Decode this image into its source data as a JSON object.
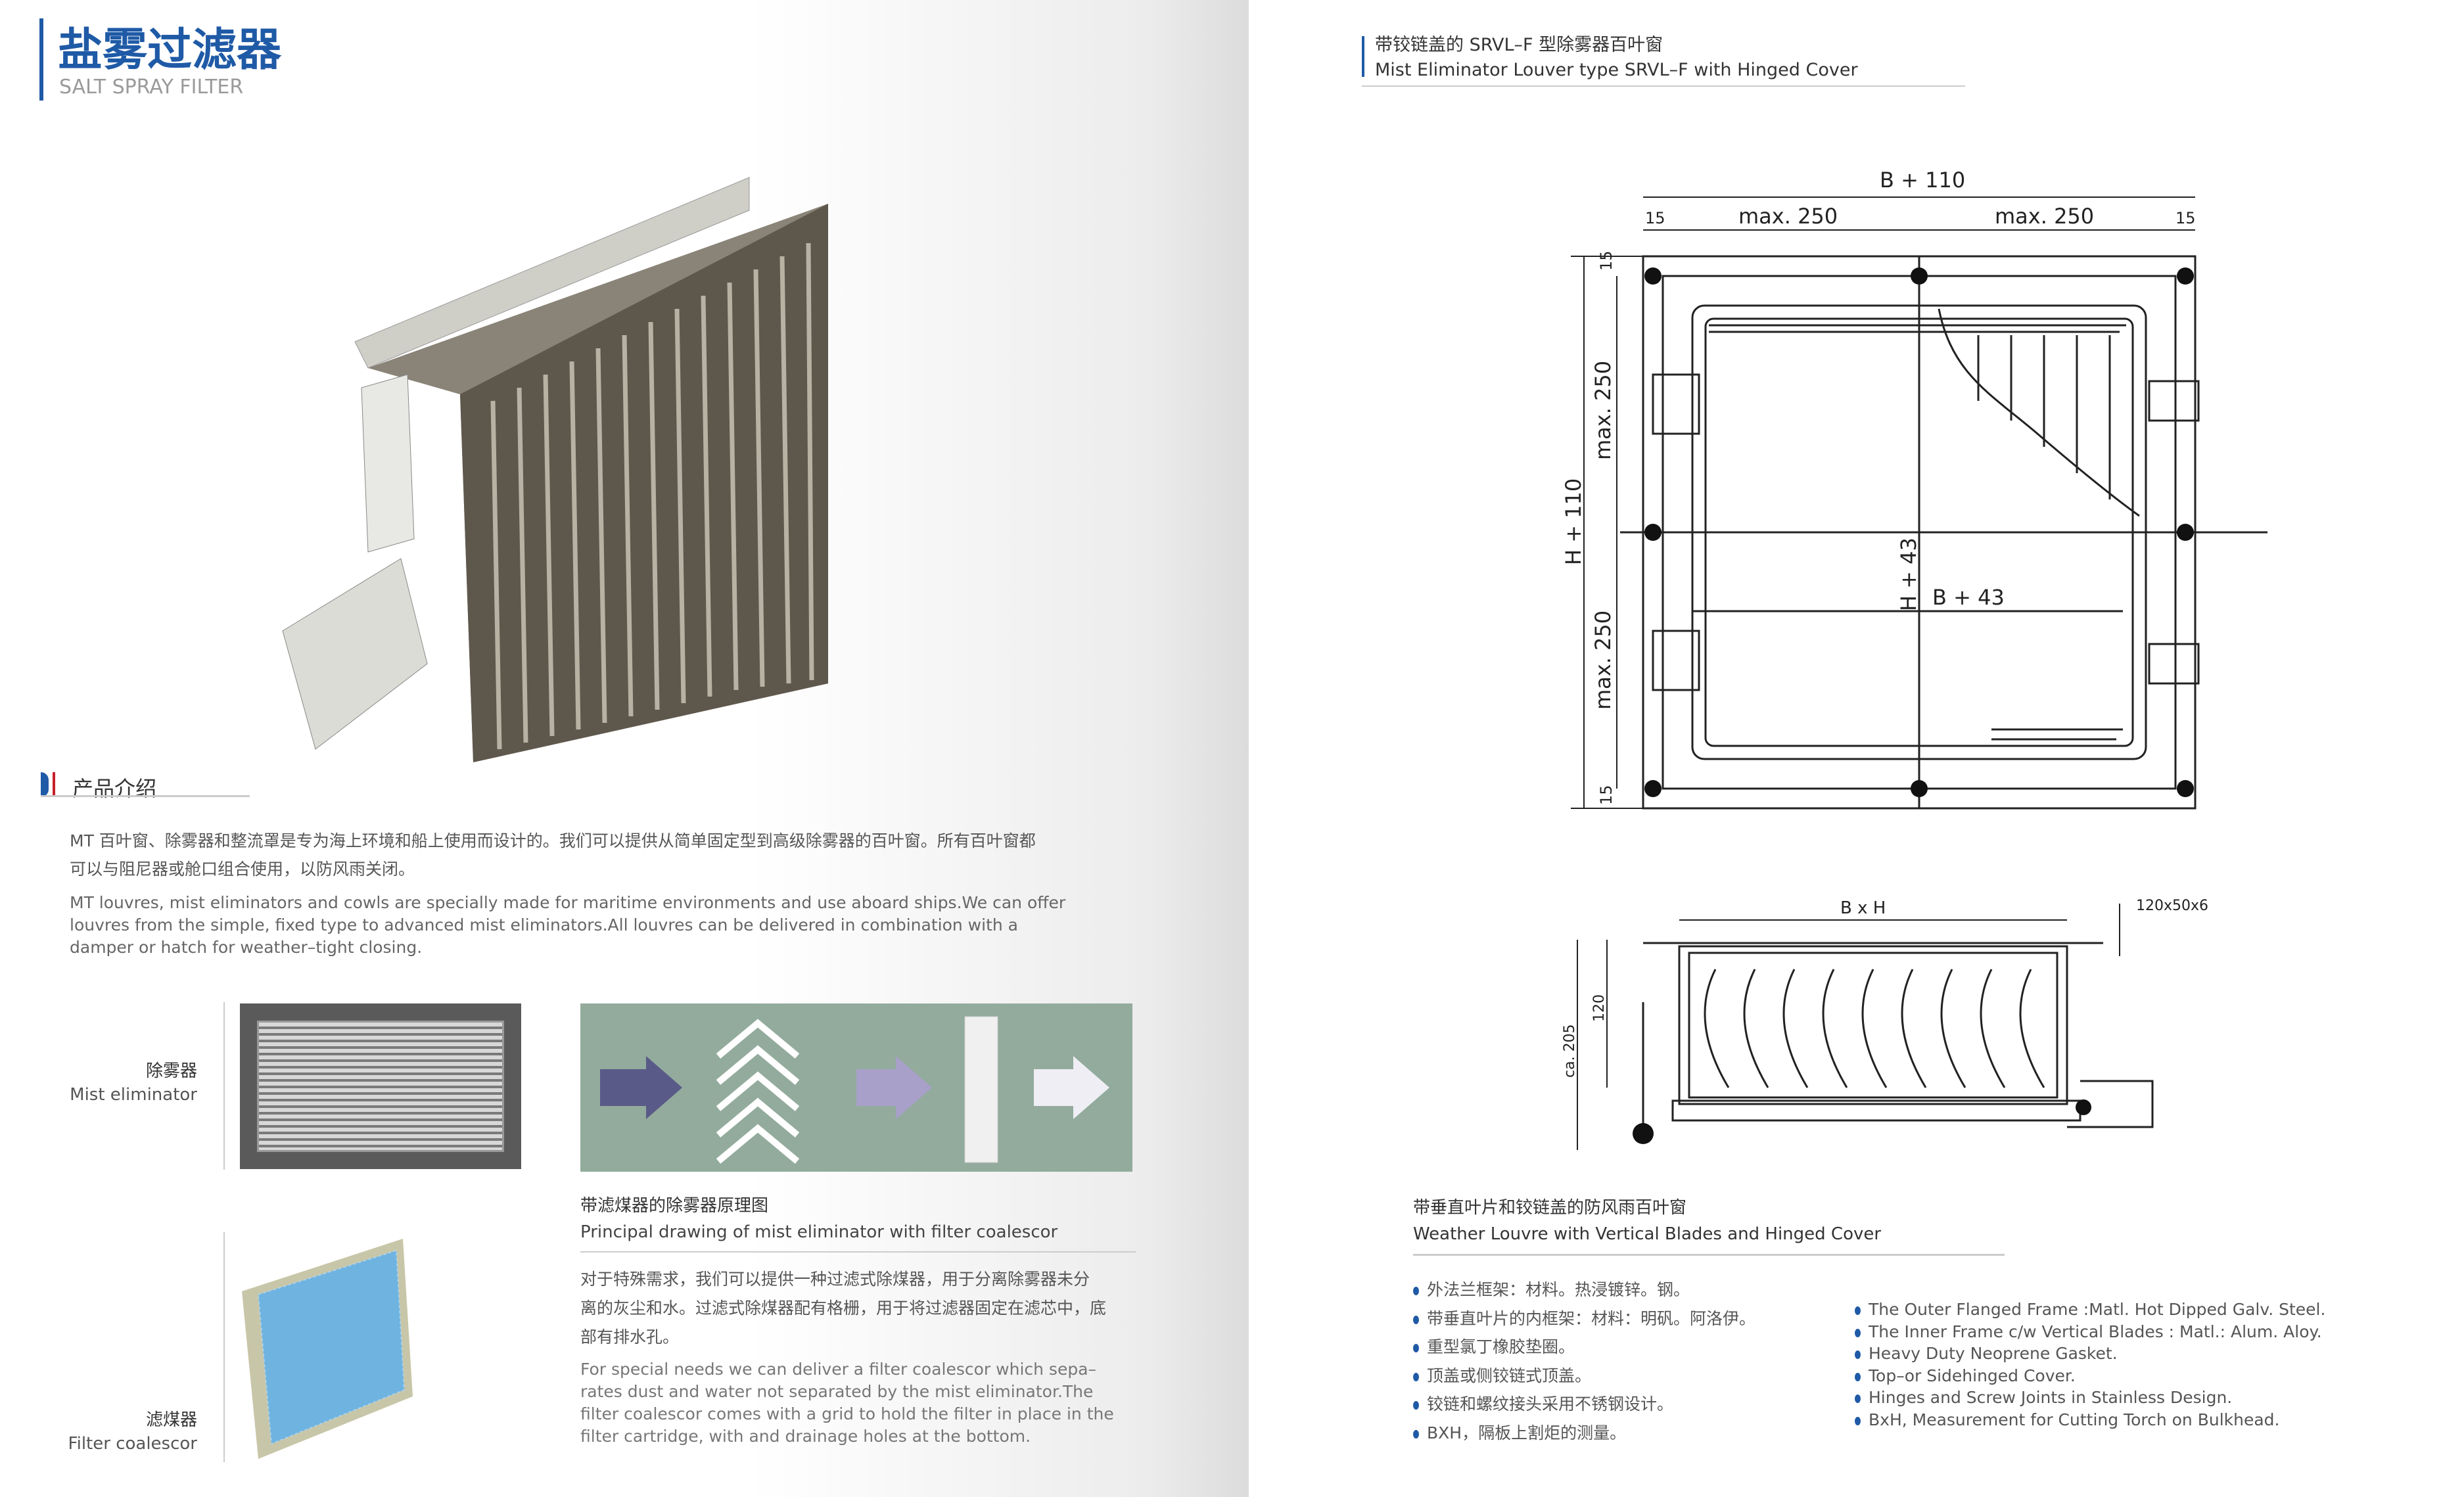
{
  "left": {
    "title_cn": "盐雾过滤器",
    "title_en": "SALT SPRAY FILTER",
    "intro_heading": "产品介绍",
    "intro_cn": [
      "MT 百叶窗、除雾器和整流罩是专为海上环境和船上使用而设计的。我们可以提供从简单固定型到高级除雾器的百叶窗。所有百叶窗都",
      "可以与阻尼器或舱口组合使用，以防风雨关闭。"
    ],
    "intro_en": [
      "MT louvres, mist eliminators and cowls are specially made for maritime environments and use aboard ships.We can offer",
      "louvres from the simple, fixed type to advanced mist eliminators.All louvres can be delivered in combination with a",
      "damper or hatch for weather–tight closing."
    ],
    "mist_label_cn": "除雾器",
    "mist_label_en": "Mist eliminator",
    "filter_label_cn": "滤煤器",
    "filter_label_en": "Filter coalescor",
    "principle_caption_cn": "带滤煤器的除雾器原理图",
    "principle_caption_en": "Principal drawing of mist eliminator with filter coalescor",
    "principle_cn": [
      "对于特殊需求，我们可以提供一种过滤式除煤器，用于分离除雾器未分",
      "离的灰尘和水。过滤式除煤器配有格栅，用于将过滤器固定在滤芯中，底",
      "部有排水孔。"
    ],
    "principle_en": [
      "For special needs we can deliver a filter coalescor which sepa–",
      "rates dust and water not separated by the mist eliminator.The",
      "filter coalescor comes with a grid to hold the filter in place in the",
      "filter cartridge, with and drainage holes at the bottom."
    ]
  },
  "right": {
    "title_cn": "带铰链盖的 SRVL–F 型除雾器百叶窗",
    "title_en": "Mist Eliminator Louver type SRVL–F with Hinged Cover",
    "drawing": {
      "b110": "B + 110",
      "max250": "max. 250",
      "d15": "15",
      "h110": "H + 110",
      "h43": "H + 43",
      "b43": "B + 43",
      "bxh": "B x H",
      "angle": "120x50x6",
      "ca205": "ca. 205",
      "d120": "120"
    },
    "caption_cn": "带垂直叶片和铰链盖的防风雨百叶窗",
    "caption_en": "Weather Louvre with Vertical Blades and Hinged Cover",
    "bullets_cn": [
      "外法兰框架：材料。热浸镀锌。钢。",
      "带垂直叶片的内框架：材料：明矾。阿洛伊。",
      "重型氯丁橡胶垫圈。",
      "顶盖或侧铰链式顶盖。",
      "铰链和螺纹接头采用不锈钢设计。",
      "BXH，隔板上割炬的测量。"
    ],
    "bullets_en": [
      "The Outer Flanged Frame :Matl. Hot Dipped Galv. Steel.",
      "The Inner Frame c/w Vertical Blades : Matl.: Alum. Aloy.",
      "Heavy Duty Neoprene Gasket.",
      "Top–or Sidehinged Cover.",
      "Hinges and Screw Joints in Stainless Design.",
      "BxH, Measurement for Cutting Torch on Bulkhead."
    ]
  },
  "colors": {
    "accent": "#1f5aa6",
    "red": "#c8202a"
  }
}
